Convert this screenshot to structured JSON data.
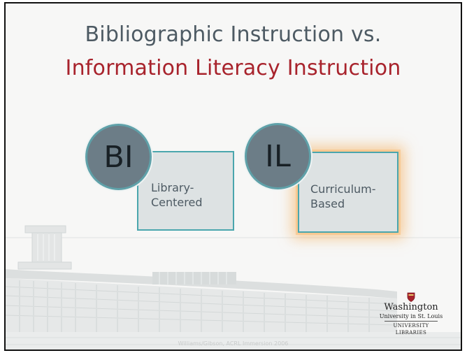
{
  "title": {
    "line1": "Bibliographic Instruction vs.",
    "line2": "Information Literacy Instruction"
  },
  "concepts": [
    {
      "abbr": "BI",
      "label_line1": "Library-",
      "label_line2": "Centered",
      "highlighted": false
    },
    {
      "abbr": "IL",
      "label_line1": "Curriculum-",
      "label_line2": "Based",
      "highlighted": true
    }
  ],
  "footer": {
    "credit": "Williams/Gibson, ACRL Immersion 2006"
  },
  "logo": {
    "line1": "Washington",
    "line2": "University in St. Louis",
    "line3": "UNIVERSITY LIBRARIES"
  },
  "colors": {
    "title_primary": "#4d5a63",
    "title_accent": "#a8232c",
    "circle_fill": "#6c7d87",
    "box_border": "#4aa6ad",
    "highlight_glow": "#f6aa50"
  }
}
